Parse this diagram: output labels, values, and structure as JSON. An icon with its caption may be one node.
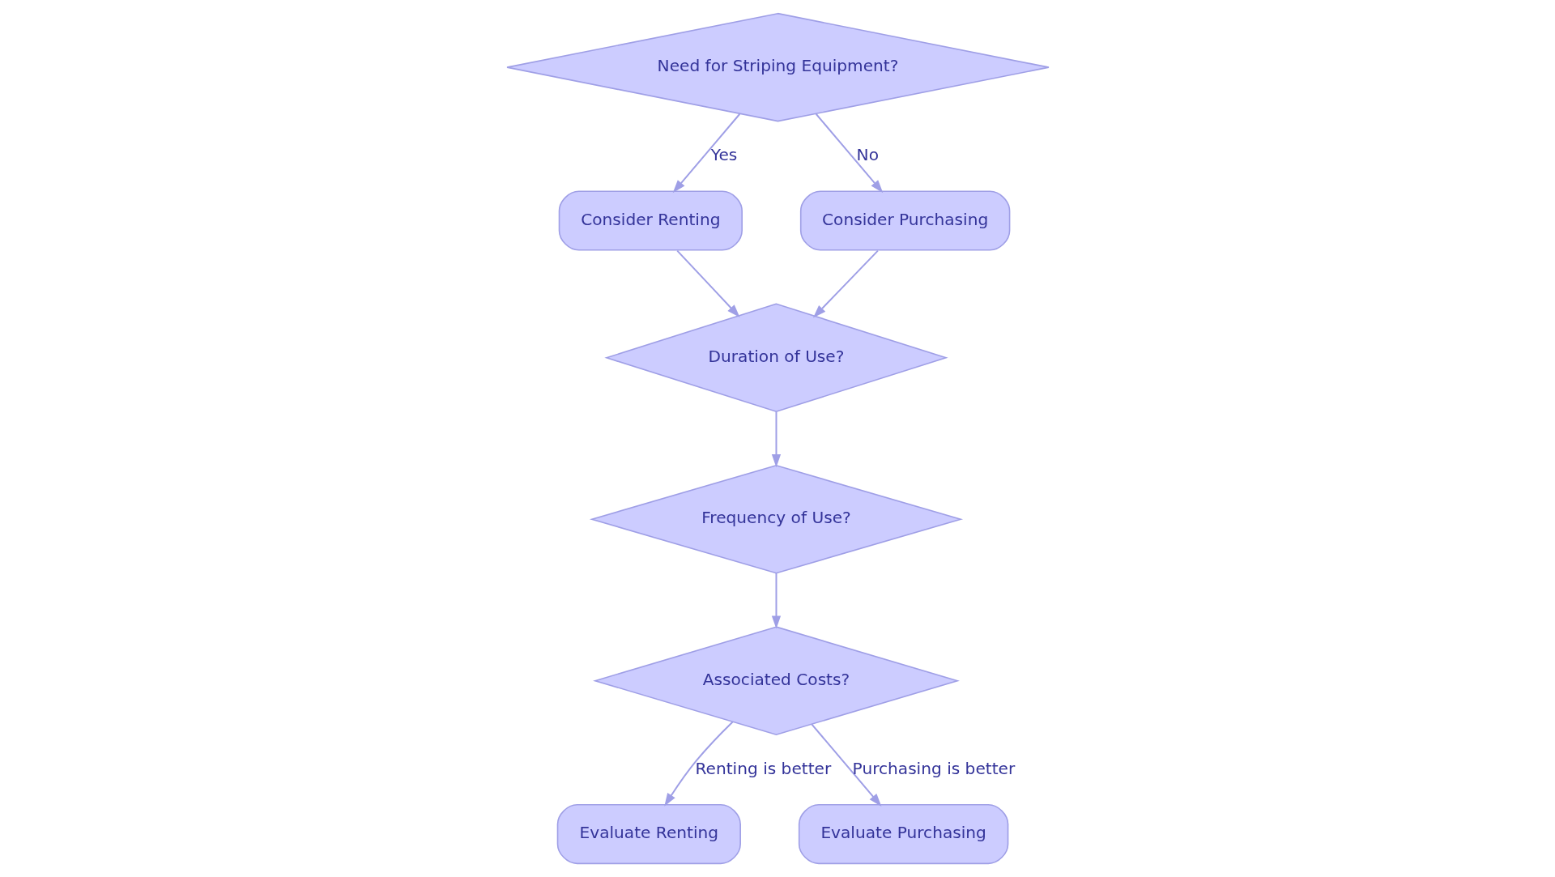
{
  "diagram": {
    "nodes": [
      {
        "text": [
          "Need for Striping Equipment?"
        ]
      },
      {
        "text": [
          "Consider Renting"
        ]
      },
      {
        "text": [
          "Consider Purchasing"
        ]
      },
      {
        "text": [
          "Duration of Use?"
        ]
      },
      {
        "text": [
          "Frequency of Use?"
        ]
      },
      {
        "text": [
          "Associated Costs?"
        ]
      },
      {
        "text": [
          "Evaluate Renting"
        ]
      },
      {
        "text": [
          "Evaluate Purchasing"
        ]
      }
    ],
    "edges": [
      {
        "from": 0,
        "to": 1,
        "arrow": "to",
        "label": "Yes"
      },
      {
        "from": 0,
        "to": 2,
        "arrow": "to",
        "label": "No"
      },
      {
        "from": 1,
        "to": 3,
        "arrow": "to"
      },
      {
        "from": 2,
        "to": 3,
        "arrow": "to"
      },
      {
        "from": 3,
        "to": 4,
        "arrow": "to"
      },
      {
        "from": 4,
        "to": 5,
        "arrow": "to"
      },
      {
        "from": 5,
        "to": 6,
        "arrow": "to",
        "label": "Renting is better"
      },
      {
        "from": 5,
        "to": 7,
        "arrow": "to",
        "label": "Purchasing is better"
      }
    ]
  }
}
